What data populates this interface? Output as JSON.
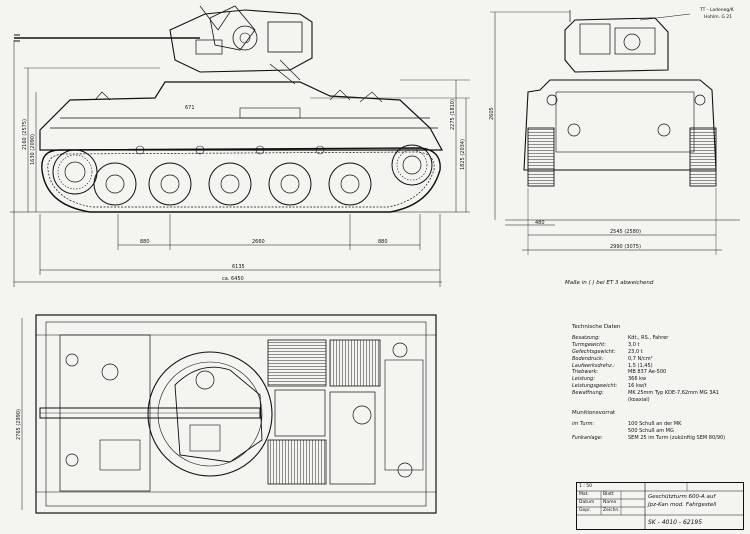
{
  "drawing": {
    "note": "Maße in ( ) bei ET 3 abweichend",
    "top_right_tag_1": "TT - Ladeneg/K",
    "top_right_tag_2": "Hohlm. G 21"
  },
  "dimensions": {
    "side_overall_1": "6135",
    "side_overall_2": "ca. 6450",
    "side_span_1": "880",
    "side_span_2": "2660",
    "side_span_3": "880",
    "side_left_h1": "2160 (2575)",
    "side_left_h2": "1630 (2090)",
    "side_right_h1": "2275 (1810)",
    "side_right_h2": "1825 (2034)",
    "side_upper_label": "671",
    "front_height": "2605",
    "front_track": "2545 (2580)",
    "front_width": "2990 (3075)",
    "front_left": "480",
    "plan_height": "2765 (2990)"
  },
  "specs": {
    "title": "Technische Daten",
    "rows": [
      {
        "k": "Besatzung:",
        "v": "Kdt., RS., Fahrer"
      },
      {
        "k": "Turmgewicht:",
        "v": "3,0 t"
      },
      {
        "k": "Gefechtsgewicht:",
        "v": "23,0 t"
      },
      {
        "k": "Bodendruck:",
        "v": "0,7 N/cm²"
      },
      {
        "k": "Laufwerksdrehz.:",
        "v": "1,5 (1,45)"
      },
      {
        "k": "Triebwerk:",
        "v": "MB 837 Ae-500"
      },
      {
        "k": "Leistung:",
        "v": "366 kw"
      },
      {
        "k": "Leistungsgewicht:",
        "v": "16 kw/t"
      },
      {
        "k": "Bewaffnung:",
        "v": "MK 25mm Typ KDE-7,62mm MG 3A1"
      },
      {
        "k": "",
        "v": "(koaxial)"
      }
    ],
    "ammo_title": "Munitionsvorrat",
    "ammo_rows": [
      {
        "k": "im Turm:",
        "v": "100 Schuß an der MK"
      },
      {
        "k": "",
        "v": "500 Schuß am MG"
      },
      {
        "k": "Funkanlage:",
        "v": "SEM 25 im Turm (zukünftig SEM 80/90)"
      }
    ]
  },
  "title_block": {
    "name_1": "Geschützturm 600-A auf",
    "name_2": "Jpz-Kan mod. Fahrgestell",
    "number": "SK - 4010 - 62195",
    "scale": "1 : 50",
    "r1": "Mat.",
    "r2": "Blatt",
    "r3": "Datum",
    "r4": "Name",
    "r5": "Gepr.",
    "r6": "Zeichn."
  }
}
